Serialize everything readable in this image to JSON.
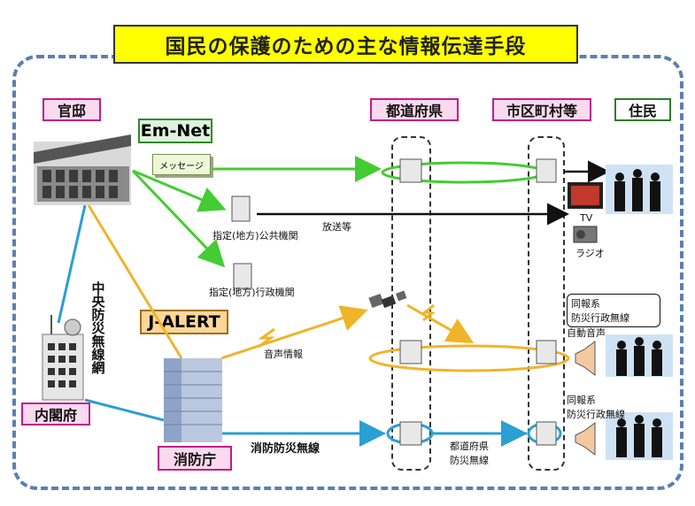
{
  "title": "国民の保護のための主な情報伝達手段",
  "headers": {
    "kantei": "官邸",
    "prefecture": "都道府県",
    "municipality": "市区町村等",
    "residents": "住民",
    "cabinet_office": "内閣府",
    "fdma": "消防庁"
  },
  "systems": {
    "em_net": "Em-Net",
    "j_alert": "J-ALERT"
  },
  "labels": {
    "message": "メッセージ",
    "designated_public": "指定(地方)公共機関",
    "designated_admin": "指定(地方)行政機関",
    "broadcast": "放送等",
    "voice_info": "音声情報",
    "fire_radio": "消防防災無線",
    "central_network": "中央防災無線網",
    "pref_radio_line1": "都道府県",
    "pref_radio_line2": "防災無線",
    "tv": "TV",
    "radio": "ラジオ",
    "simul_admin_radio_line1": "同報系",
    "simul_admin_radio_line2": "防災行政無線",
    "auto_voice": "自動音声",
    "simul_radio2_line1": "同報系",
    "simul_radio2_line2": "防災行政無線"
  },
  "colors": {
    "title_bg": "#ffff00",
    "em_net_line": "#44cc33",
    "j_alert_line": "#f0b428",
    "fire_radio_line": "#2a9fd4",
    "broadcast_line": "#111111",
    "header_border": "#c21c8b",
    "frame_border": "#5b7fb3"
  }
}
